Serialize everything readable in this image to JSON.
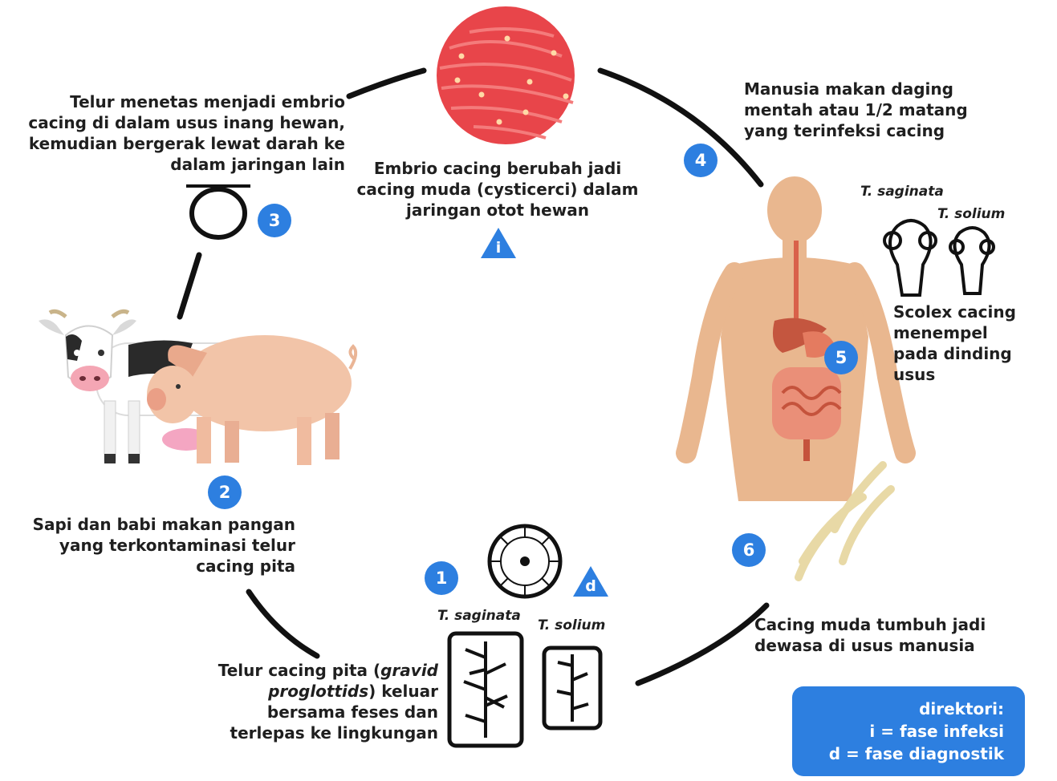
{
  "steps": {
    "s1": {
      "badge": "1",
      "text_a": "Telur cacing pita (",
      "text_italic": "gravid proglottids",
      "text_b": ") keluar bersama feses dan terlepas ke lingkungan"
    },
    "s2": {
      "badge": "2",
      "text": "Sapi dan babi makan pangan yang terkontaminasi telur cacing pita"
    },
    "s3": {
      "badge": "3",
      "text": "Telur menetas menjadi embrio cacing di dalam usus inang hewan, kemudian bergerak lewat darah ke dalam jaringan lain"
    },
    "si": {
      "marker": "i",
      "text": "Embrio cacing berubah jadi cacing muda (cysticerci) dalam jaringan otot hewan"
    },
    "s4": {
      "badge": "4",
      "text": "Manusia makan daging mentah atau 1/2 matang yang terinfeksi cacing"
    },
    "s5": {
      "badge": "5",
      "text": "Scolex cacing menempel pada dinding usus"
    },
    "s6": {
      "badge": "6",
      "text": "Cacing muda tumbuh jadi dewasa di usus manusia"
    },
    "sd": {
      "marker": "d"
    }
  },
  "species": {
    "saginata_top": "T. saginata",
    "solium_top": "T. solium",
    "saginata_bottom": "T. saginata",
    "solium_bottom": "T. solium"
  },
  "legend": {
    "title": "direktori:",
    "line1": "i = fase infeksi",
    "line2": "d = fase diagnostik"
  },
  "colors": {
    "accent": "#2d7fe0",
    "meat": "#e8454a",
    "skin": "#e9b78f",
    "organs": "#d9614a"
  }
}
